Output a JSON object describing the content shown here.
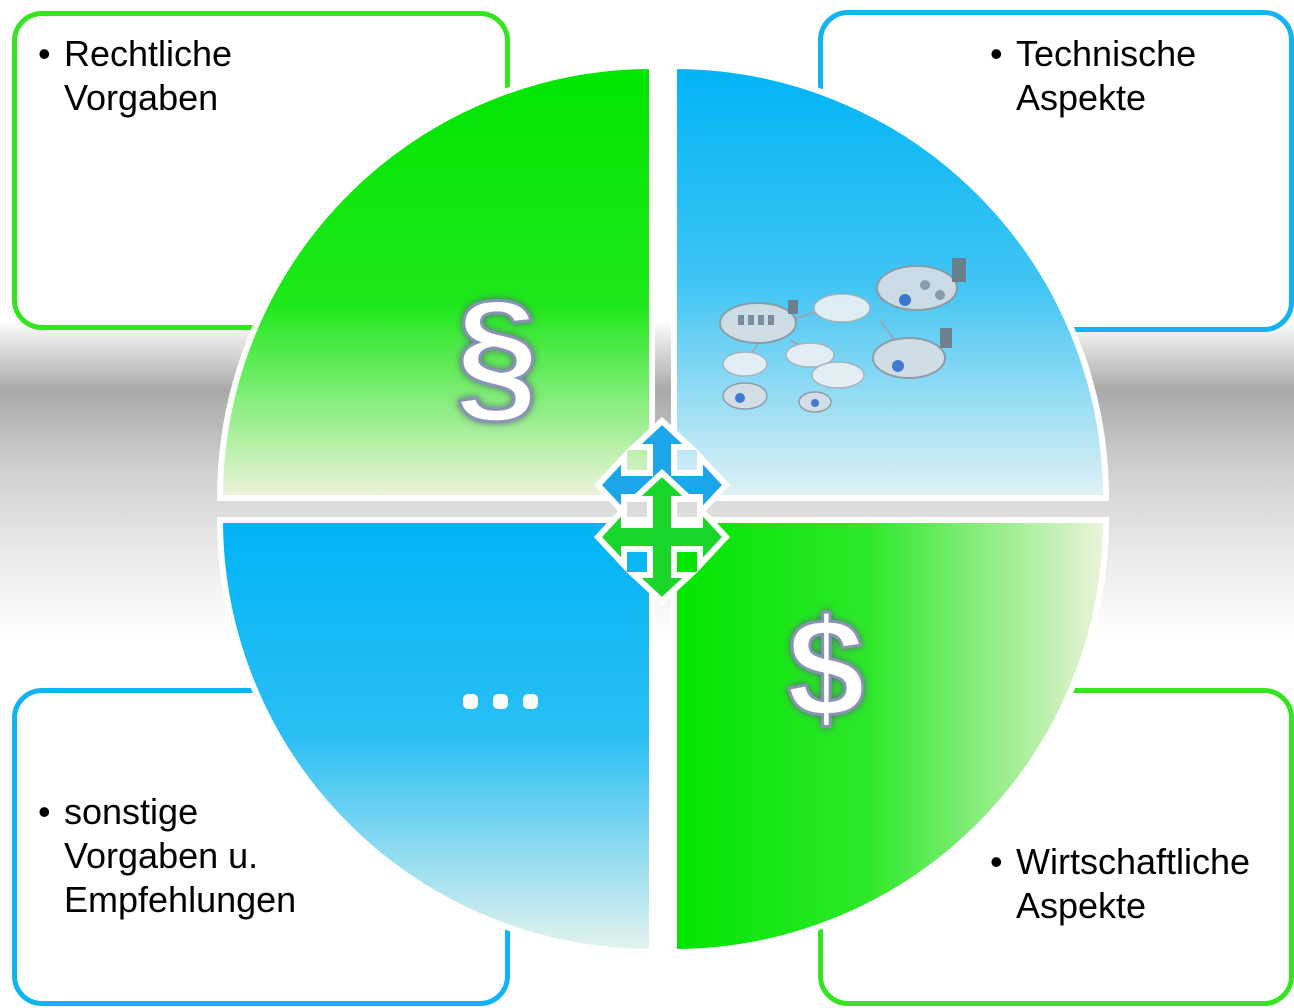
{
  "boxes": {
    "top_left": {
      "lines": [
        "Rechtliche",
        "Vorgaben"
      ]
    },
    "top_right": {
      "lines": [
        "Technische",
        "Aspekte"
      ]
    },
    "bottom_left": {
      "lines": [
        "sonstige",
        "Vorgaben u.",
        "Empfehlungen"
      ]
    },
    "bottom_right": {
      "lines": [
        "Wirtschaftliche",
        "Aspekte"
      ]
    }
  },
  "bullet": "•",
  "quadrants": {
    "top_left": {
      "symbol": "§",
      "icon": "paragraph-icon"
    },
    "top_right": {
      "icon": "network-diagram-icon"
    },
    "bottom_left": {
      "symbol": "...",
      "icon": "ellipsis-icon"
    },
    "bottom_right": {
      "symbol": "$",
      "icon": "dollar-icon"
    }
  },
  "colors": {
    "green": "#00e600",
    "blue": "#00b4f5",
    "green_border": "#33e41e",
    "blue_border": "#12b3f2"
  }
}
